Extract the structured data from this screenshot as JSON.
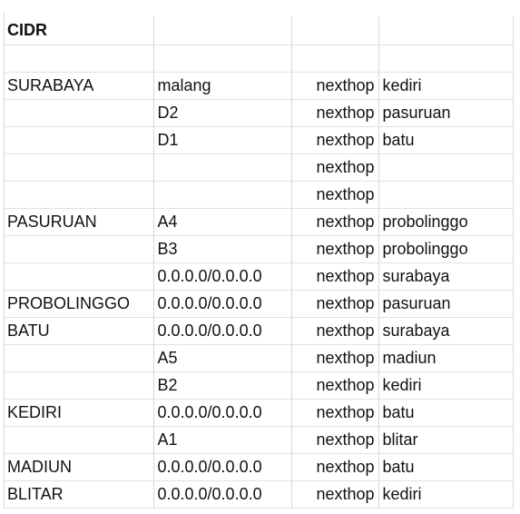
{
  "sheet": {
    "title": "CIDR",
    "rows": [
      {
        "router": "SURABAYA",
        "network": "malang",
        "action": "nexthop",
        "next": "kediri"
      },
      {
        "router": "",
        "network": "D2",
        "action": "nexthop",
        "next": "pasuruan"
      },
      {
        "router": "",
        "network": "D1",
        "action": "nexthop",
        "next": "batu"
      },
      {
        "router": "",
        "network": "",
        "action": "nexthop",
        "next": ""
      },
      {
        "router": "",
        "network": "",
        "action": "nexthop",
        "next": ""
      },
      {
        "router": "PASURUAN",
        "network": "A4",
        "action": "nexthop",
        "next": "probolinggo"
      },
      {
        "router": "",
        "network": "B3",
        "action": "nexthop",
        "next": "probolinggo"
      },
      {
        "router": "",
        "network": "0.0.0.0/0.0.0.0",
        "action": "nexthop",
        "next": "surabaya"
      },
      {
        "router": "PROBOLINGGO",
        "network": "0.0.0.0/0.0.0.0",
        "action": "nexthop",
        "next": "pasuruan"
      },
      {
        "router": "BATU",
        "network": "0.0.0.0/0.0.0.0",
        "action": "nexthop",
        "next": "surabaya"
      },
      {
        "router": "",
        "network": "A5",
        "action": "nexthop",
        "next": "madiun"
      },
      {
        "router": "",
        "network": "B2",
        "action": "nexthop",
        "next": "kediri"
      },
      {
        "router": "KEDIRI",
        "network": "0.0.0.0/0.0.0.0",
        "action": "nexthop",
        "next": "batu"
      },
      {
        "router": "",
        "network": "A1",
        "action": "nexthop",
        "next": "blitar"
      },
      {
        "router": "MADIUN",
        "network": "0.0.0.0/0.0.0.0",
        "action": "nexthop",
        "next": "batu"
      },
      {
        "router": "BLITAR",
        "network": "0.0.0.0/0.0.0.0",
        "action": "nexthop",
        "next": "kediri"
      }
    ]
  }
}
